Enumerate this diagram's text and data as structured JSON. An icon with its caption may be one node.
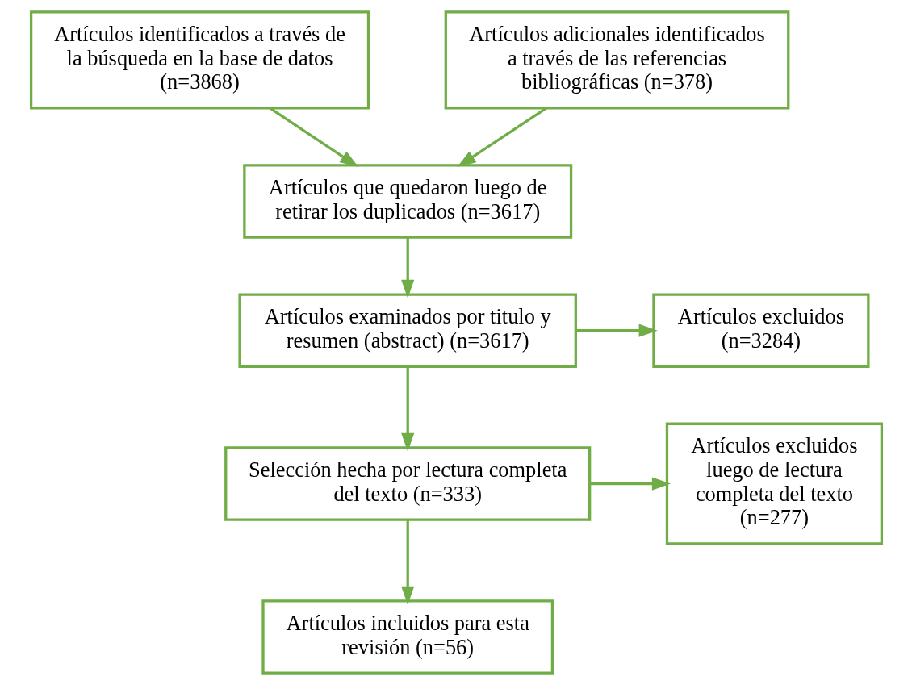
{
  "diagram": {
    "nodes": [
      {
        "text": [
          "Artículos identificados a través de la búsqueda en la base de datos (n=3868)"
        ]
      },
      {
        "text": [
          "Artículos adicionales identificados a través de las referencias bibliográficas (n=378)"
        ]
      },
      {
        "text": [
          "Artículos que quedaron luego de retirar los duplicados (n=3617)"
        ]
      },
      {
        "text": [
          "Artículos examinados por titulo y resumen (abstract) (n=3617)"
        ]
      },
      {
        "text": [
          "Artículos excluidos (n=3284)"
        ]
      },
      {
        "text": [
          "Selección hecha por lectura completa del texto (n=333)"
        ]
      },
      {
        "text": [
          "Artículos excluidos luego de lectura completa del texto (n=277)"
        ]
      },
      {
        "text": [
          "Artículos incluidos para esta revisión (n=56)"
        ]
      }
    ],
    "edges": [
      {
        "from": 0,
        "to": 2,
        "arrow": "to"
      },
      {
        "from": 1,
        "to": 2,
        "arrow": "to"
      },
      {
        "from": 2,
        "to": 3,
        "arrow": "to"
      },
      {
        "from": 3,
        "to": 4,
        "arrow": "to"
      },
      {
        "from": 3,
        "to": 5,
        "arrow": "to"
      },
      {
        "from": 5,
        "to": 6,
        "arrow": "to"
      },
      {
        "from": 5,
        "to": 7,
        "arrow": "to"
      }
    ]
  }
}
